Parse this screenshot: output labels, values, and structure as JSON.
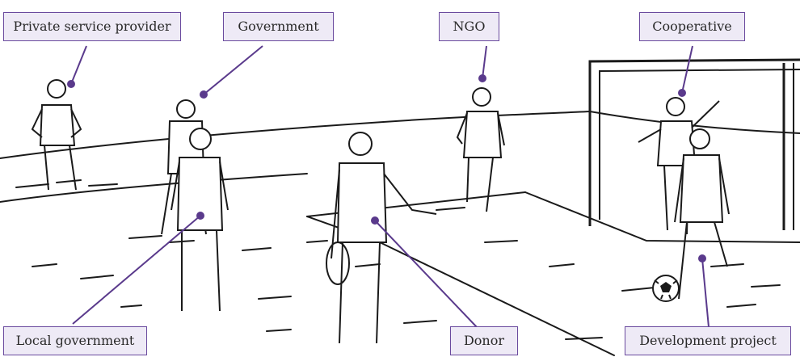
{
  "colors": {
    "label_fill": "#eeeaf6",
    "label_border": "#6a4a9e",
    "connector": "#5a3a8c",
    "ink": "#1a1a1a"
  },
  "labels": {
    "private_service_provider": "Private service provider",
    "government": "Government",
    "ngo": "NGO",
    "cooperative": "Cooperative",
    "local_government": "Local government",
    "donor": "Donor",
    "development_project": "Development project"
  },
  "scene": {
    "objects": [
      "football pitch",
      "goal",
      "football",
      "seven people"
    ]
  }
}
